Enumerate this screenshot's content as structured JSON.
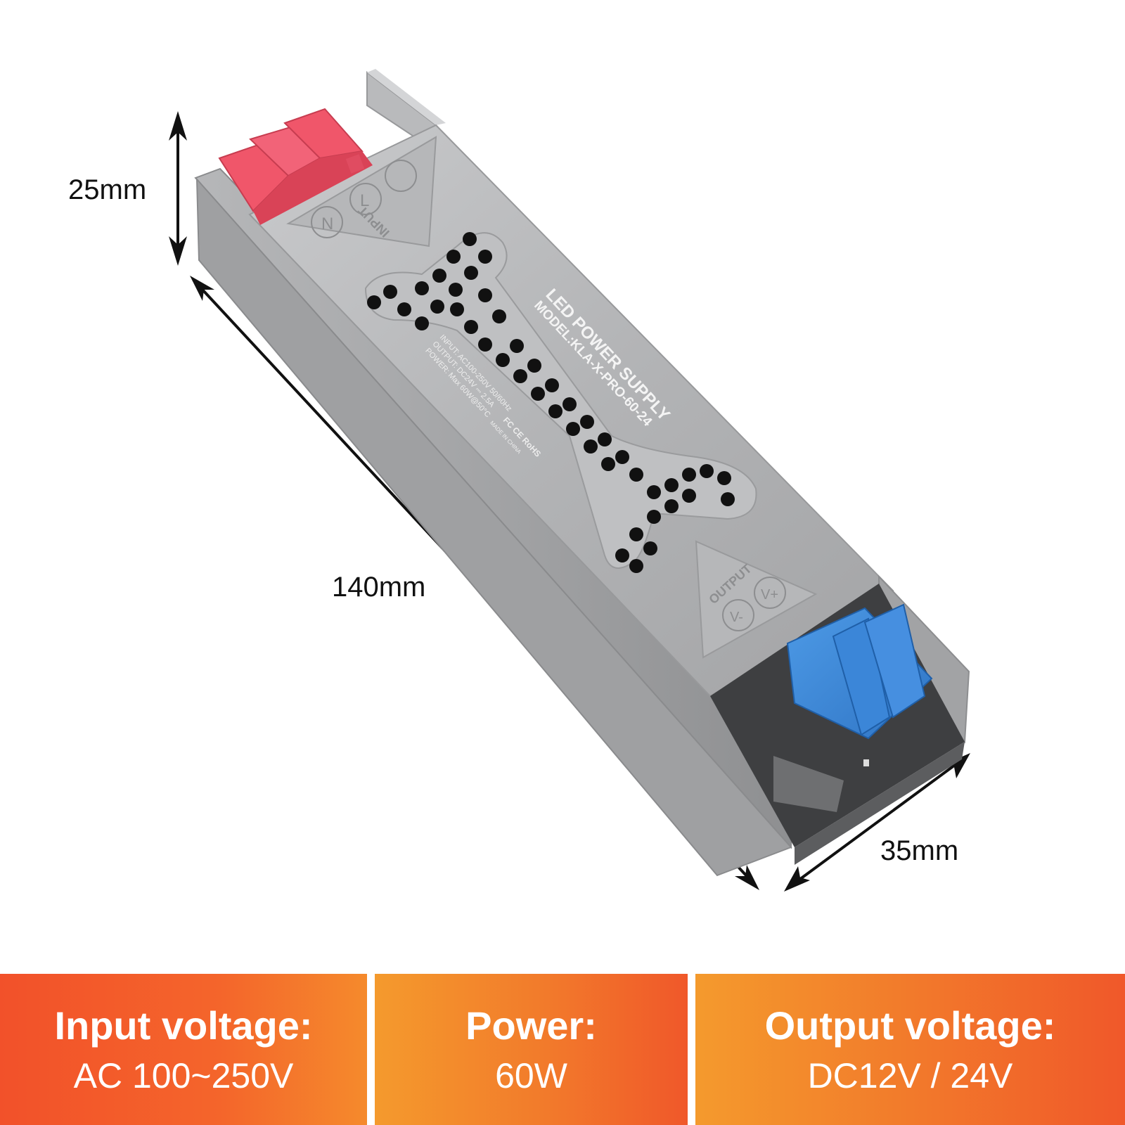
{
  "dimensions": {
    "height": "25mm",
    "length": "140mm",
    "width": "35mm"
  },
  "label": {
    "title": "LED POWER SUPPLY",
    "model": "MODEL:KLA-X-PRO-60-24",
    "input_line": "INPUT: AC100-250V 50/60Hz",
    "output_line": "OUTPUT: DC24V ⎓ 2.5A",
    "power_line": "POWER: Max 60W@50°C",
    "certs": "FC CE RoHS",
    "made_in": "MADE IN CHINA",
    "input_marking": "INPUT",
    "output_marking": "OUTPUT",
    "terminal_n": "N",
    "terminal_l": "L",
    "terminal_v_minus": "V-",
    "terminal_v_plus": "V+"
  },
  "specs": [
    {
      "heading": "Input voltage:",
      "value": "AC 100~250V"
    },
    {
      "heading": "Power:",
      "value": "60W"
    },
    {
      "heading": "Output voltage:",
      "value": "DC12V / 24V"
    }
  ],
  "colors": {
    "housing": "#a9aaac",
    "input_connector": "#f0566a",
    "output_connector": "#3b86d8",
    "spec_orange": "#f26a2b"
  }
}
